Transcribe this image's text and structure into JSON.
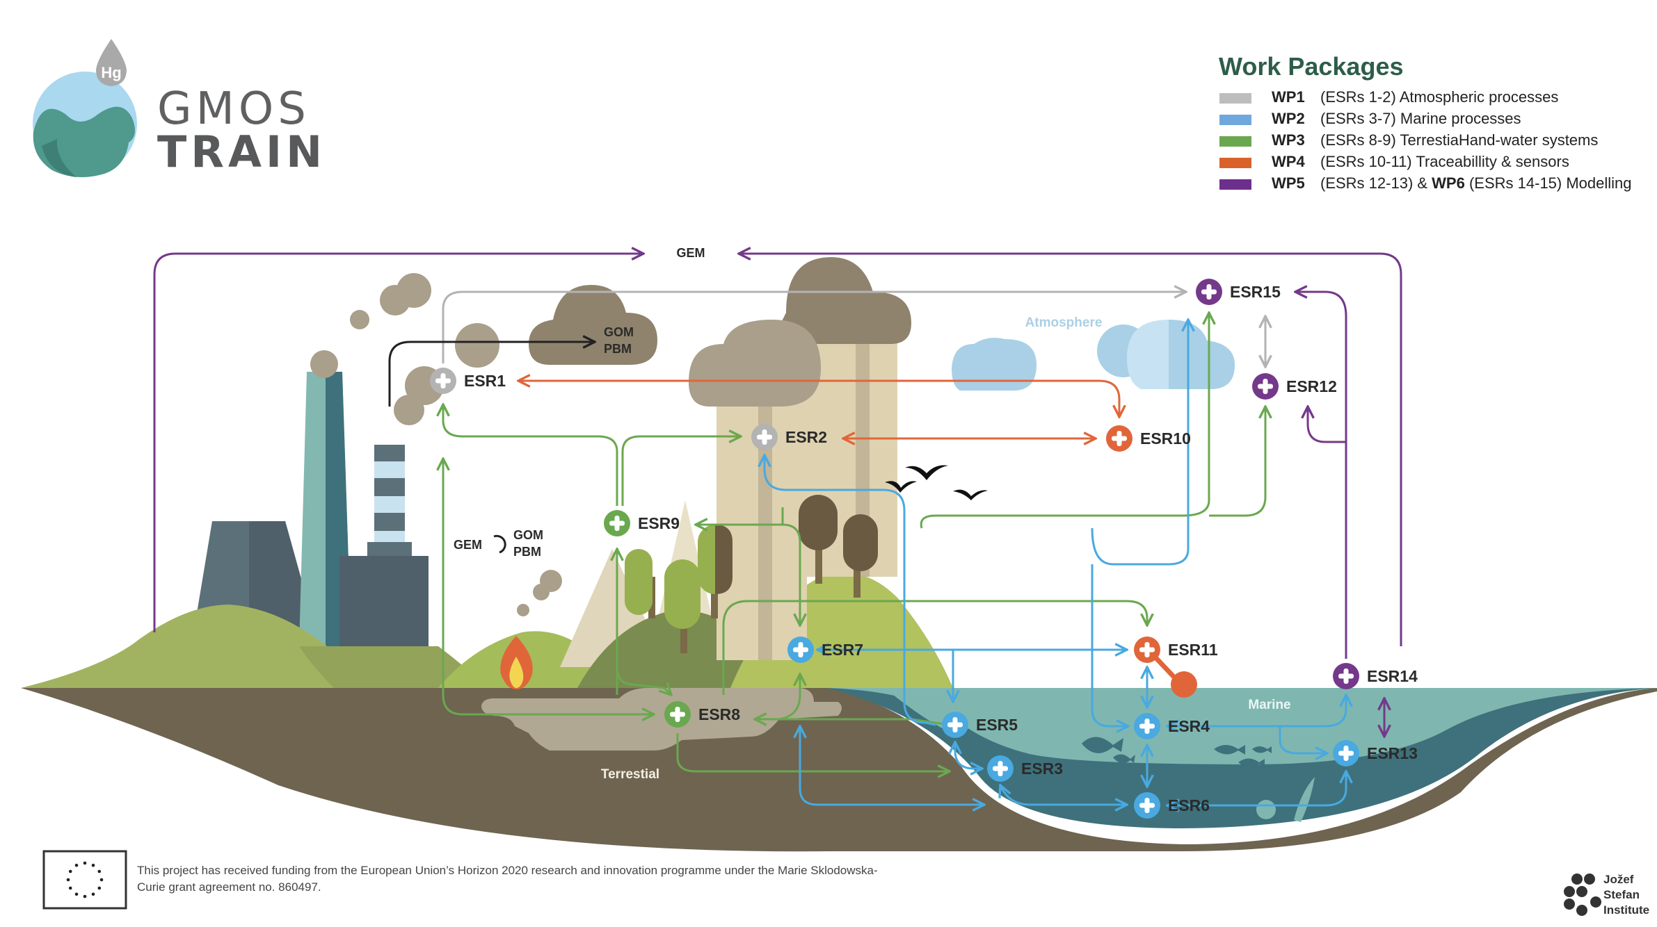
{
  "logo": {
    "drop_text": "Hg",
    "line1": "GMOS",
    "line2": "TRAIN"
  },
  "legend": {
    "title": "Work Packages",
    "items": [
      {
        "wp": "WP1",
        "text": "(ESRs 1-2) Atmospheric processes",
        "color": "#bdbdbd"
      },
      {
        "wp": "WP2",
        "text": "(ESRs 3-7) Marine processes",
        "color": "#6fa8dc"
      },
      {
        "wp": "WP3",
        "text": "(ESRs 8-9) TerrestiaHand-water systems",
        "color": "#6aa84f"
      },
      {
        "wp": "WP4",
        "text": "(ESRs 10-11)   Traceabillity & sensors",
        "color": "#d9622b"
      },
      {
        "wp": "WP5",
        "text": "(ESRs 12-13) & ",
        "bold2": "WP6",
        "text2": " (ESRs 14-15) Modelling",
        "color": "#6d2f8c"
      }
    ]
  },
  "colors": {
    "wp1": "#b3b3b3",
    "wp2": "#49a9e0",
    "wp3": "#6aa84f",
    "wp4": "#e0663a",
    "wp5": "#74398a",
    "title": "#2e5d4a"
  },
  "labels": {
    "gem_top": "GEM",
    "gom": "GOM",
    "pbm": "PBM",
    "cycle_gem": "GEM",
    "cycle_gom": "GOM",
    "cycle_pbm": "PBM",
    "atmosphere": "Atmosphere",
    "marine": "Marine",
    "terrestial": "Terrestial"
  },
  "nodes": [
    {
      "id": "ESR1",
      "wp": "wp1"
    },
    {
      "id": "ESR2",
      "wp": "wp1"
    },
    {
      "id": "ESR3",
      "wp": "wp2"
    },
    {
      "id": "ESR4",
      "wp": "wp2"
    },
    {
      "id": "ESR5",
      "wp": "wp2"
    },
    {
      "id": "ESR6",
      "wp": "wp2"
    },
    {
      "id": "ESR7",
      "wp": "wp2"
    },
    {
      "id": "ESR8",
      "wp": "wp3"
    },
    {
      "id": "ESR9",
      "wp": "wp3"
    },
    {
      "id": "ESR10",
      "wp": "wp4"
    },
    {
      "id": "ESR11",
      "wp": "wp4"
    },
    {
      "id": "ESR12",
      "wp": "wp5"
    },
    {
      "id": "ESR13",
      "wp": "wp2"
    },
    {
      "id": "ESR14",
      "wp": "wp5"
    },
    {
      "id": "ESR15",
      "wp": "wp5"
    }
  ],
  "footer": {
    "funding_line1": "This project has received funding from the European Union’s Horizon 2020 research and innovation programme under the Marie Sklodowska-",
    "funding_line2": "Curie grant agreement no. 860497.",
    "institute_line1": "Jožef",
    "institute_line2": "Stefan",
    "institute_line3": "Institute"
  }
}
